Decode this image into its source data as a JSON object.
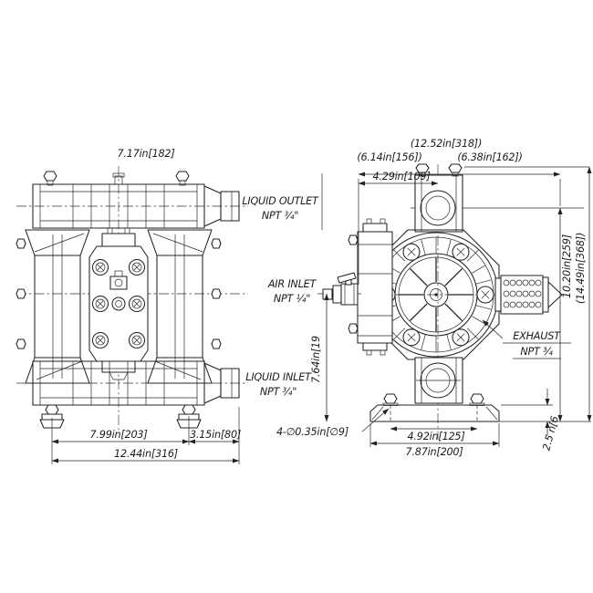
{
  "drawing": {
    "background": "#ffffff",
    "ink": "#222222",
    "type": "pump-dimension-drawing"
  },
  "labels": {
    "liquid_outlet_1": "LIQUID OUTLET",
    "liquid_outlet_2": "NPT ¾\"",
    "air_inlet_1": "AIR INLET",
    "air_inlet_2": "NPT ¼\"",
    "liquid_inlet_1": "LIQUID INLET",
    "liquid_inlet_2": "NPT ¾\"",
    "exhaust_1": "EXHAUST",
    "exhaust_2": "NPT ¾"
  },
  "dims": {
    "front_width": "7.17in[182]",
    "front_foot_span": "7.99in[203]",
    "front_port_offset": "3.15in[80]",
    "front_overall": "12.44in[316]",
    "side_overall_w": "(12.52in[318])",
    "side_left_w": "(6.14in[156])",
    "side_right_w": "(6.38in[162])",
    "side_port_span": "4.29in[109]",
    "side_air_h": "7.64in[19",
    "side_height": "10.20in[259]",
    "side_overall_h": "(14.49in[368])",
    "side_holes": "4-∅0.35in[∅9]",
    "side_foot_span": "4.92in[125]",
    "side_base_w": "7.87in[200]",
    "side_base_h": "2.5 n[6"
  }
}
